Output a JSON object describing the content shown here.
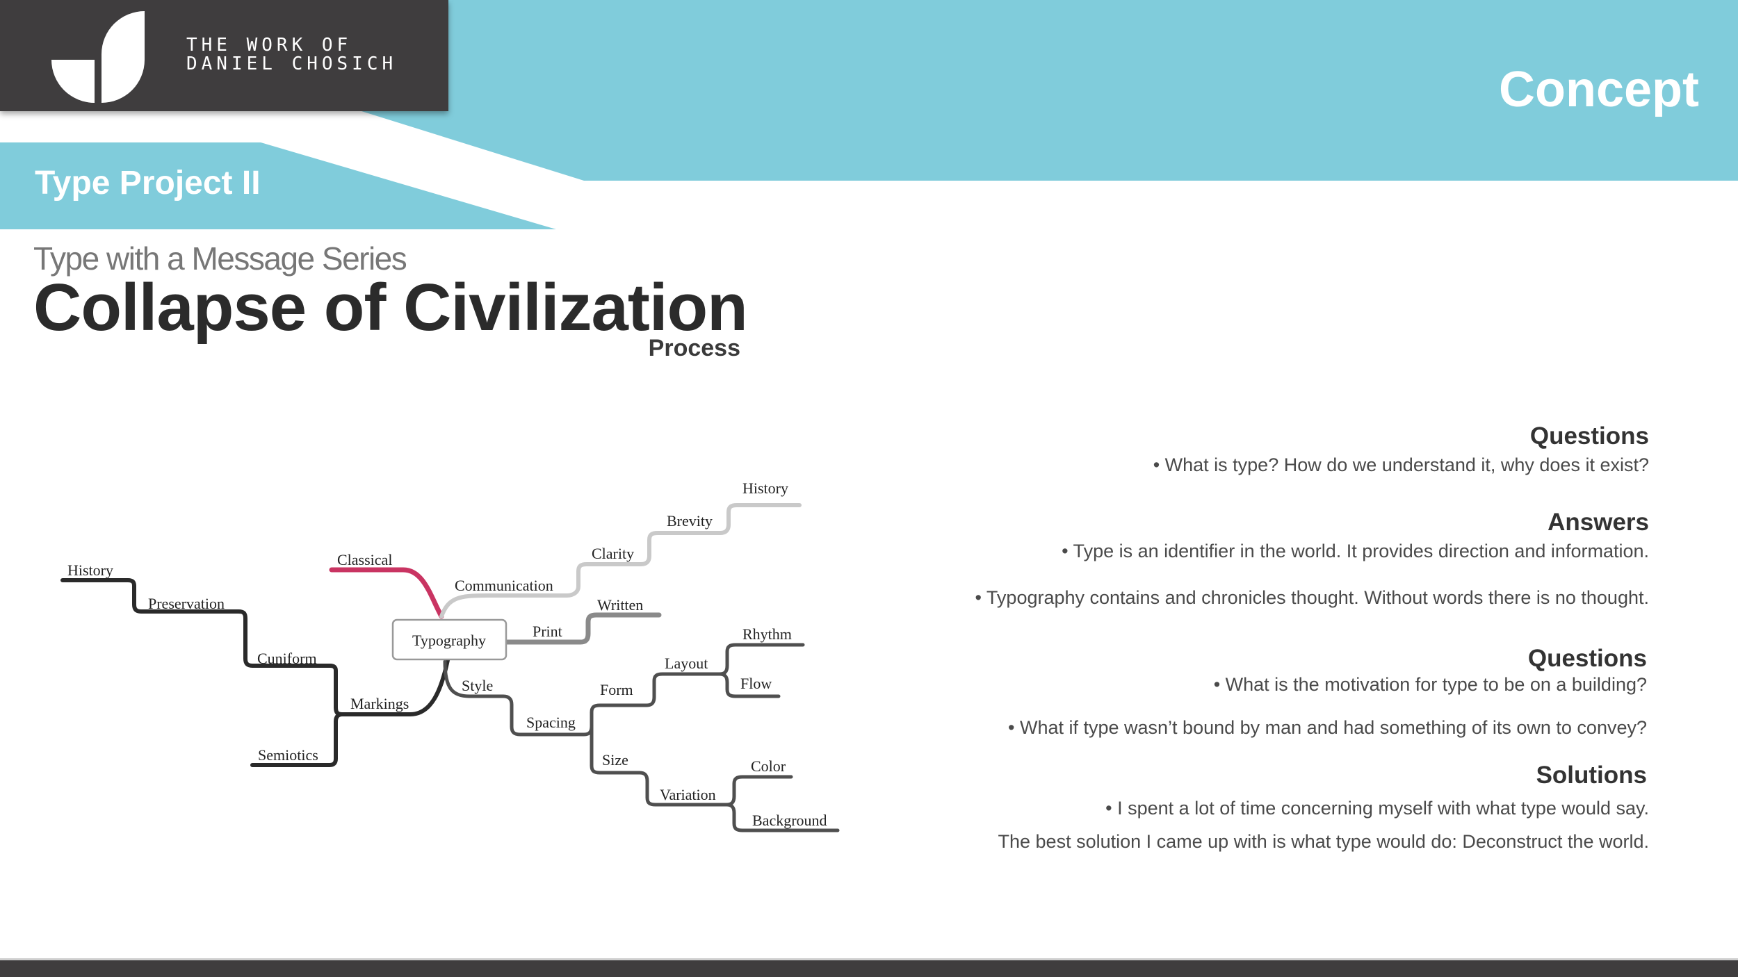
{
  "header": {
    "brand_line1": "THE WORK OF",
    "brand_line2": "DANIEL CHOSICH",
    "section_title": "Concept",
    "project_label": "Type Project II",
    "accent_color": "#80ccdb",
    "dark_color": "#3f3d3e",
    "logo_icon": "leaf-logo-icon"
  },
  "page": {
    "series": "Type with a Message Series",
    "title": "Collapse of Civilization",
    "subtitle": "Process"
  },
  "mindmap": {
    "center": "Typography",
    "nodes": {
      "history_left": "History",
      "preservation": "Preservation",
      "cuniform": "Cuniform",
      "semiotics": "Semiotics",
      "markings": "Markings",
      "classical": "Classical",
      "communication": "Communication",
      "clarity": "Clarity",
      "brevity": "Brevity",
      "history_right": "History",
      "print": "Print",
      "written": "Written",
      "style": "Style",
      "spacing": "Spacing",
      "form": "Form",
      "layout": "Layout",
      "rhythm": "Rhythm",
      "flow": "Flow",
      "size": "Size",
      "variation": "Variation",
      "color": "Color",
      "background": "Background"
    },
    "branch_colors": {
      "markings": "#2a2a2a",
      "classical": "#c93462",
      "communication": "#c9c9c9",
      "print": "#8a8a8a",
      "style": "#4f4f4f"
    }
  },
  "notes": {
    "q1_head": "Questions",
    "q1_line": "• What is type?  How do we understand it, why does it exist?",
    "a_head": "Answers",
    "a_line1": "•  Type is an identifier in the world.  It provides direction and information.",
    "a_line2": "•  Typography contains and chronicles thought.  Without words there is no thought.",
    "q2_head": "Questions",
    "q2_line1": "• What is the motivation for type to be on a building?",
    "q2_line2": "• What if type wasn’t bound by man and had something of its own to convey?",
    "s_head": "Solutions",
    "s_line1": "•  I spent a lot of time concerning myself with what type would say.",
    "s_line2": "The best solution I came up with is what type would do:  Deconstruct the world."
  }
}
